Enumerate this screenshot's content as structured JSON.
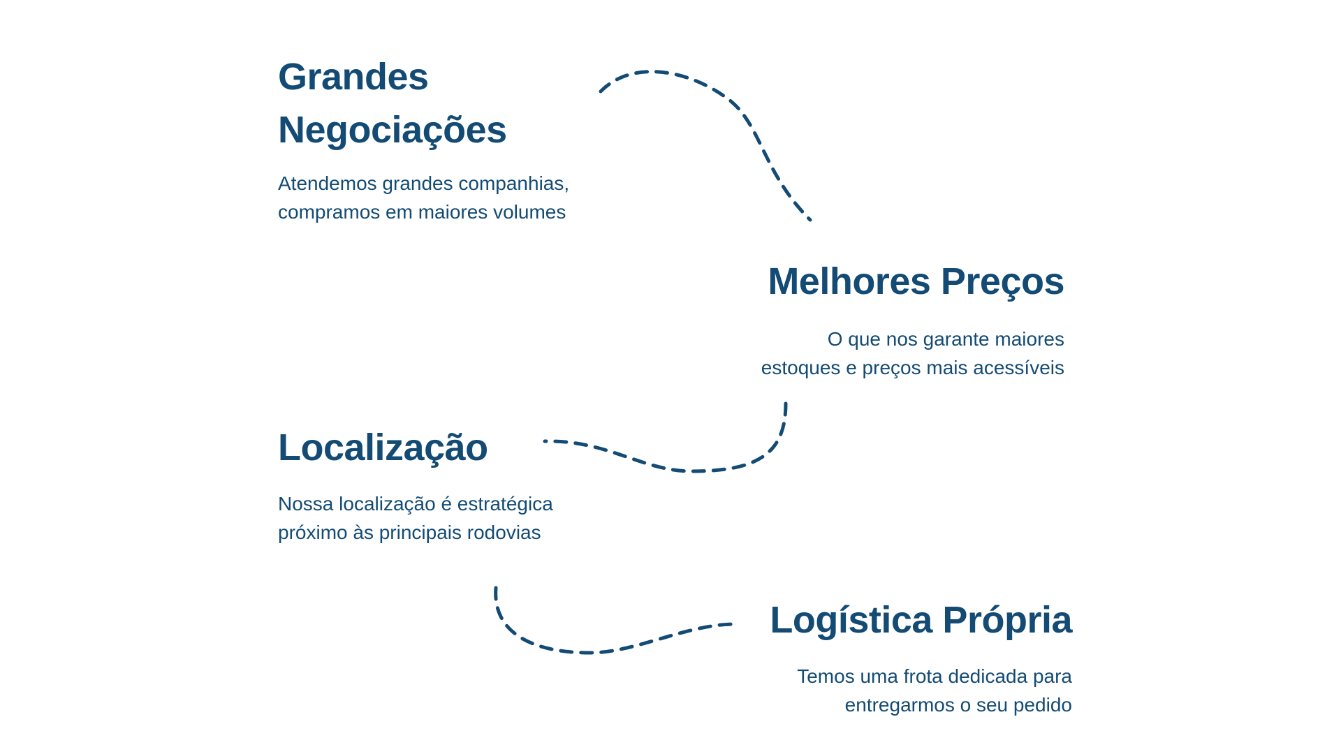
{
  "colors": {
    "primary": "#134b74",
    "background": "#ffffff"
  },
  "features": [
    {
      "title": "Grandes Negociações",
      "title_lines": [
        "Grandes",
        "Negociações"
      ],
      "description_lines": [
        "Atendemos grandes companhias,",
        "compramos em maiores volumes"
      ]
    },
    {
      "title": "Melhores Preços",
      "description_lines": [
        "O que nos garante maiores",
        "estoques e preços mais acessíveis"
      ]
    },
    {
      "title": "Localização",
      "description_lines": [
        "Nossa localização é estratégica",
        "próximo às principais rodovias"
      ]
    },
    {
      "title": "Logística Própria",
      "description_lines": [
        "Temos uma frota dedicada para",
        "entregarmos o seu pedido"
      ]
    }
  ]
}
